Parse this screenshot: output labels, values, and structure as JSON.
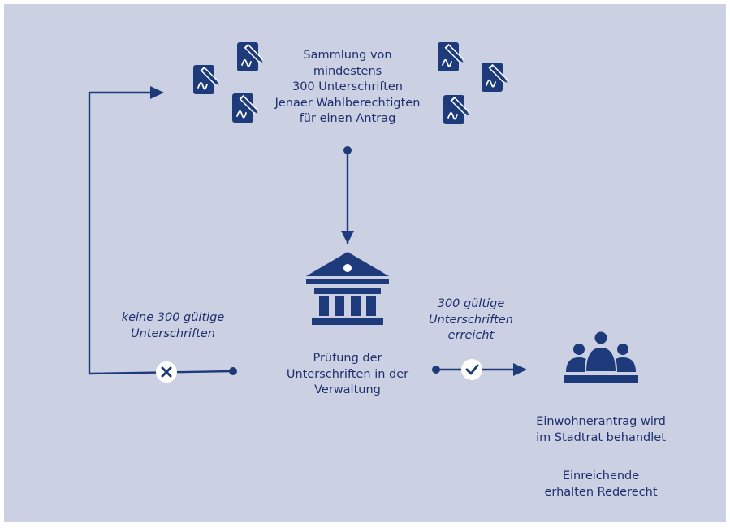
{
  "colors": {
    "background_panel": "#ccd0e3",
    "primary": "#1d3a7a",
    "text": "#1d2f6e",
    "white": "#ffffff"
  },
  "step_collect": {
    "lines": [
      "Sammlung von",
      "mindestens",
      "300 Unterschriften",
      "Jenaer Wahlberechtigten",
      "für einen Antrag"
    ],
    "icon": "signed-document-icon"
  },
  "step_review": {
    "lines": [
      "Prüfung der",
      "Unterschriften in der",
      "Verwaltung"
    ],
    "icon": "town-hall-icon"
  },
  "branch_fail": {
    "lines": [
      "keine 300 gültige",
      "Unterschriften"
    ],
    "icon": "cross-icon"
  },
  "branch_success": {
    "lines": [
      "300 gültige",
      "Unterschriften",
      "erreicht"
    ],
    "icon": "check-icon"
  },
  "step_result": {
    "lines": [
      "Einwohnerantrag wird",
      "im Stadtrat behandlet"
    ],
    "icon": "council-meeting-icon"
  },
  "step_speak": {
    "lines": [
      "Einreichende",
      "erhalten Rederecht"
    ]
  }
}
